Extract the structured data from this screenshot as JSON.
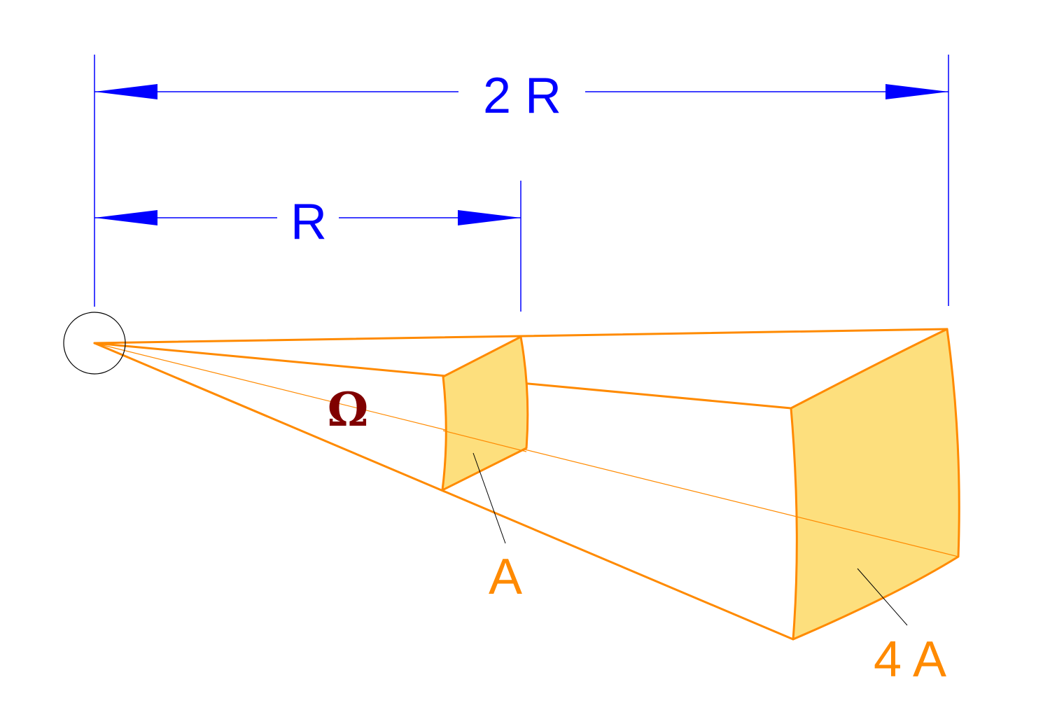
{
  "colors": {
    "dimension": "#0000ff",
    "cone": "#ff8a00",
    "fill": "#fddf7d",
    "omega": "#800000",
    "outline": "#000000"
  },
  "labels": {
    "two_r": "2 R",
    "r": "R",
    "omega": "Ω",
    "area_near": "A",
    "area_far": "4 A"
  }
}
